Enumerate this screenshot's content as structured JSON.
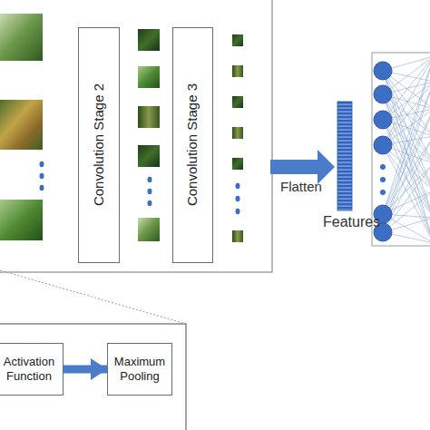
{
  "diagram": {
    "nodes": [
      {
        "text": [
          "Convolution Stage 2"
        ]
      },
      {
        "text": [
          "Convolution Stage 3"
        ]
      },
      {
        "text": [
          "Activation Function"
        ]
      },
      {
        "text": [
          "Maximum Pooling"
        ]
      }
    ],
    "edges": [
      {
        "from": 2,
        "to": 3,
        "arrow": "to"
      }
    ],
    "labels": [
      "Flatten",
      "Features"
    ]
  }
}
